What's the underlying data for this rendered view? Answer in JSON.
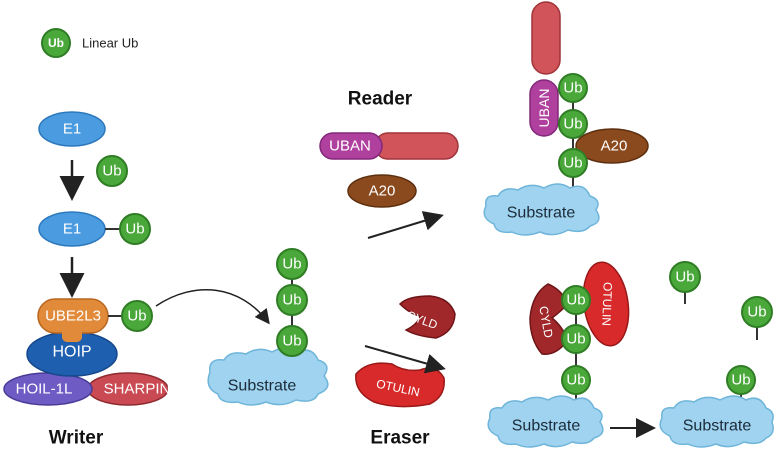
{
  "legend": {
    "ub": "Ub",
    "label": "Linear Ub"
  },
  "headings": {
    "writer": "Writer",
    "reader": "Reader",
    "eraser": "Eraser"
  },
  "labels": {
    "e1": "E1",
    "ub": "Ub",
    "ube2l3": "UBE2L3",
    "hoip": "HOIP",
    "hoil": "HOIL-1L",
    "sharpin": "SHARPIN",
    "substrate": "Substrate",
    "uban": "UBAN",
    "a20": "A20",
    "cyld": "CYLD",
    "otulin": "OTULIN"
  },
  "colors": {
    "ub_fill": "#4aa83a",
    "ub_stroke": "#2f7d24",
    "e1": "#4a9be0",
    "ube2l3": "#e08a3a",
    "hoip": "#1f5fb0",
    "hoil": "#6e5bc4",
    "sharpin": "#c94a52",
    "uban": "#b0409e",
    "red_bar": "#d0545a",
    "a20": "#8b4a1e",
    "cyld": "#a0272a",
    "otulin": "#d82a2a",
    "substrate": "#9fd3ef",
    "arrow": "#222222"
  }
}
